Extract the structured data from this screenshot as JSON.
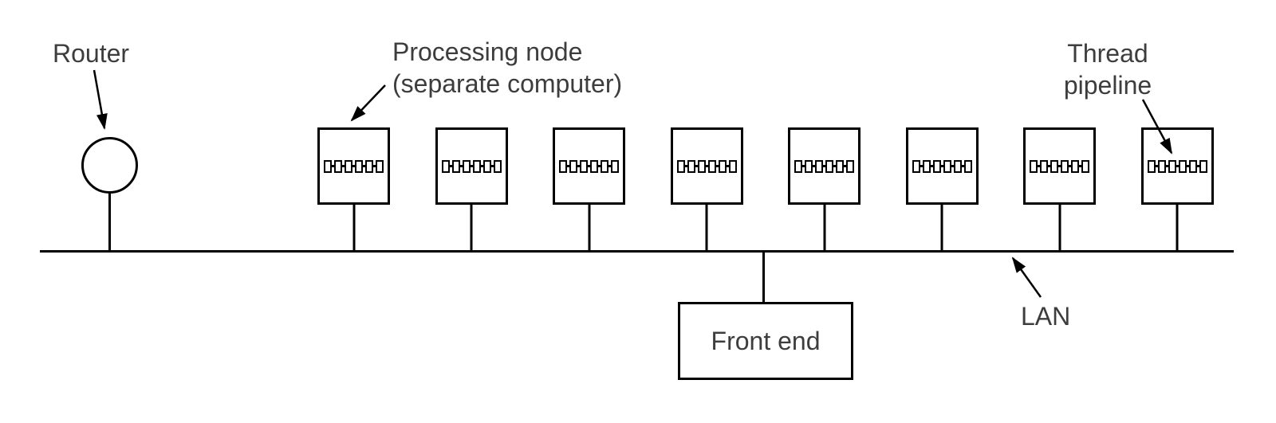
{
  "labels": {
    "router": "Router",
    "processing_node": {
      "line1": "Processing node",
      "line2": "(separate computer)"
    },
    "thread_pipeline": {
      "line1": "Thread",
      "line2": "pipeline"
    },
    "lan": "LAN",
    "front_end": "Front end"
  },
  "nodes": {
    "count": 8,
    "icon": "thread-pipeline-icon"
  },
  "colors": {
    "line": "#000000",
    "text": "#3d3d3d",
    "background": "#ffffff"
  }
}
